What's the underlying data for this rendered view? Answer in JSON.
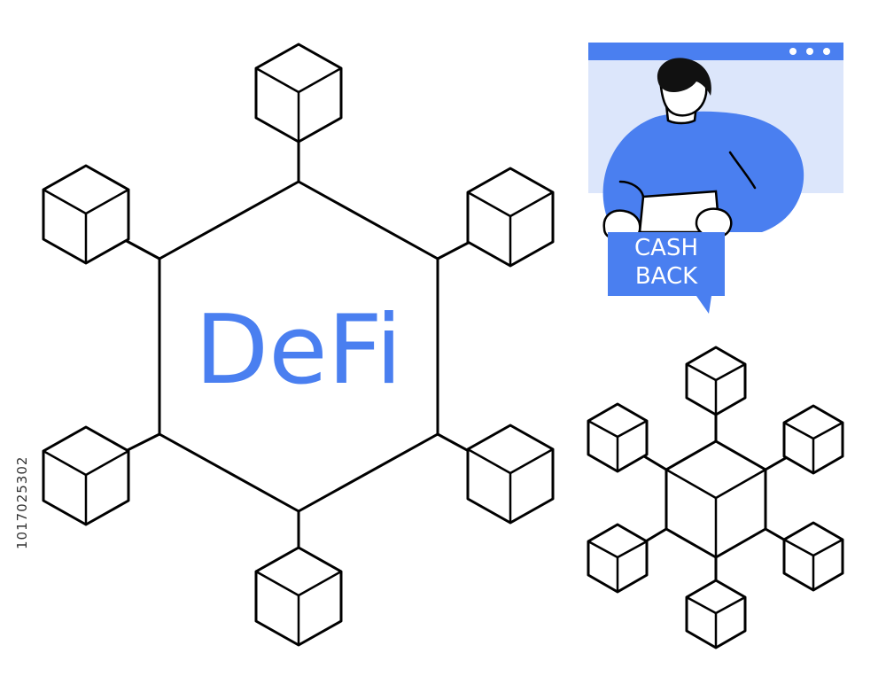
{
  "illustration": {
    "center_label": "DeFi",
    "cashback_label_line1": "CASH",
    "cashback_label_line2": "BACK",
    "stock_id": "1017025302"
  },
  "colors": {
    "accent": "#4a7ff0",
    "accent_light": "#dce6fb",
    "ink": "#000000",
    "background": "#ffffff"
  },
  "icons": [
    "hexagon-network",
    "cube-icon",
    "browser-window",
    "person-holding-sign",
    "speech-bubble",
    "cube-network"
  ]
}
